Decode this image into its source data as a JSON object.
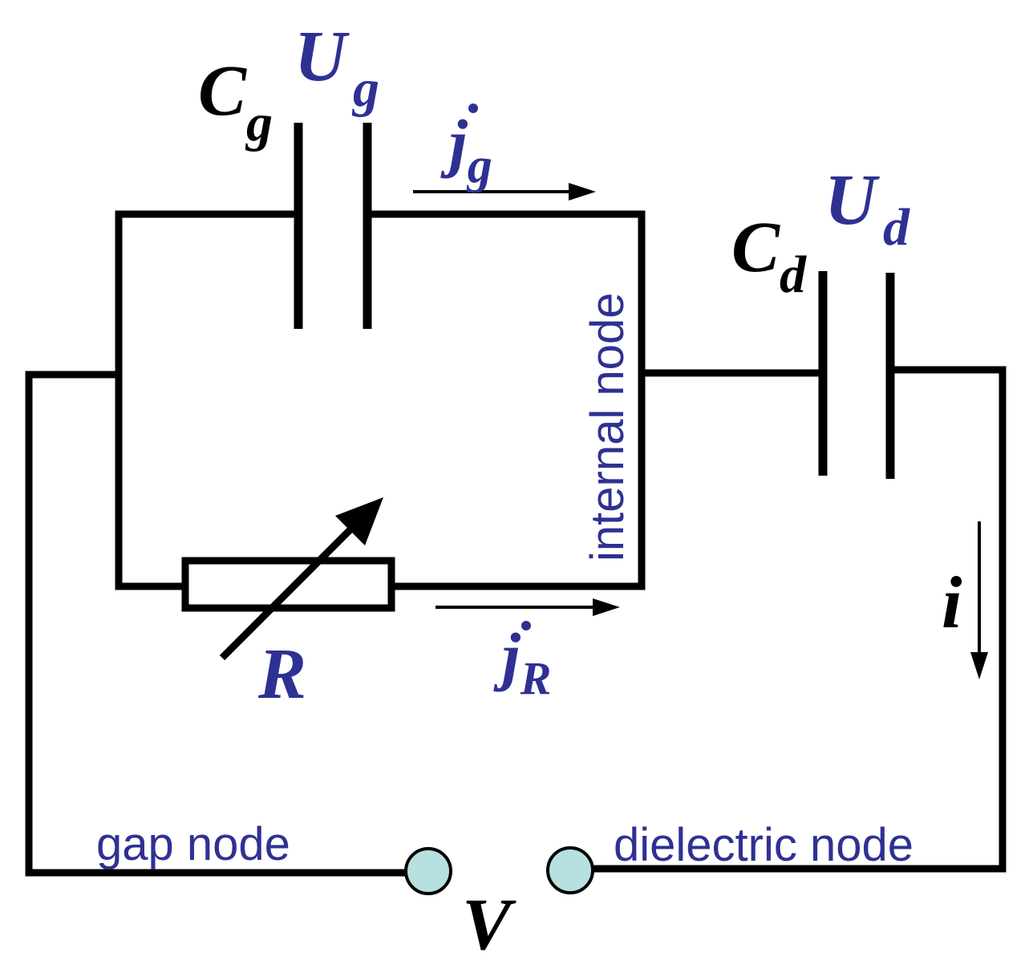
{
  "colors": {
    "wire": "#000000",
    "label_blue": "#2e3192",
    "terminal_fill": "#b7e0e0",
    "terminal_stroke": "#000000"
  },
  "labels": {
    "cg": {
      "main": "C",
      "sub": "g"
    },
    "ug": {
      "main": "U",
      "sub": "g"
    },
    "jg": {
      "main": "j",
      "sub": "g"
    },
    "cd": {
      "main": "C",
      "sub": "d"
    },
    "ud": {
      "main": "U",
      "sub": "d"
    },
    "r": "R",
    "jr": {
      "main": "j",
      "sub": "R"
    },
    "i": "i",
    "v": "V",
    "internal_node": "internal node",
    "gap_node": "gap node",
    "dielectric_node": "dielectric node"
  }
}
